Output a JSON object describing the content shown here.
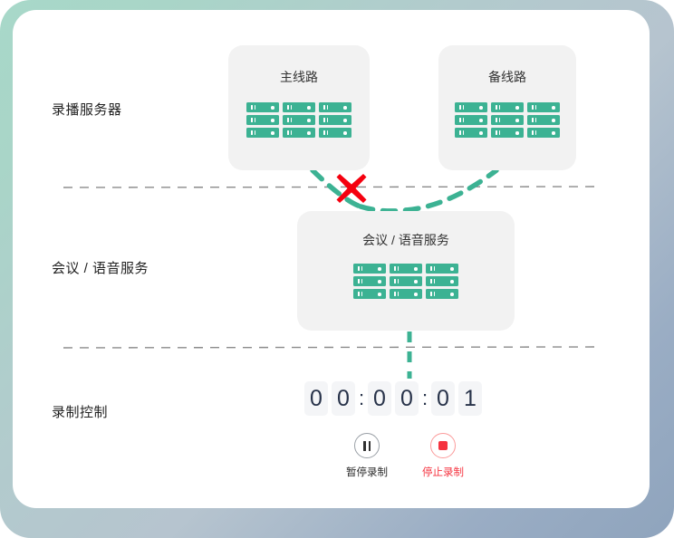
{
  "diagram": {
    "rows": [
      {
        "id": "recorder",
        "label": "录播服务器"
      },
      {
        "id": "conference",
        "label": "会议 / 语音服务"
      },
      {
        "id": "control",
        "label": "录制控制"
      }
    ],
    "nodes": [
      {
        "id": "main",
        "title": "主线路",
        "rack_units": 9,
        "status": "failed"
      },
      {
        "id": "backup",
        "title": "备线路",
        "rack_units": 9,
        "status": "active"
      },
      {
        "id": "conference",
        "title": "会议 / 语音服务",
        "rack_units": 9,
        "status": "active"
      }
    ],
    "failure_marker": {
      "icon": "red-x-icon",
      "color": "#f5000f"
    },
    "link_color": "#3cb293",
    "divider_color": "#8a8a8a"
  },
  "timer": {
    "value": "00:00:01",
    "digits": [
      "0",
      "0",
      ":",
      "0",
      "0",
      ":",
      "0",
      "1"
    ]
  },
  "controls": [
    {
      "id": "pause",
      "icon": "pause-icon",
      "label": "暂停录制",
      "color": "#2b2b2b"
    },
    {
      "id": "stop",
      "icon": "stop-icon",
      "label": "停止录制",
      "color": "#f5333f"
    }
  ],
  "theme": {
    "accent": "#3cb293",
    "danger": "#f5333f",
    "card_bg": "#f2f2f2",
    "frame_start": "#a8d8c9",
    "frame_end": "#8fa4bd"
  }
}
